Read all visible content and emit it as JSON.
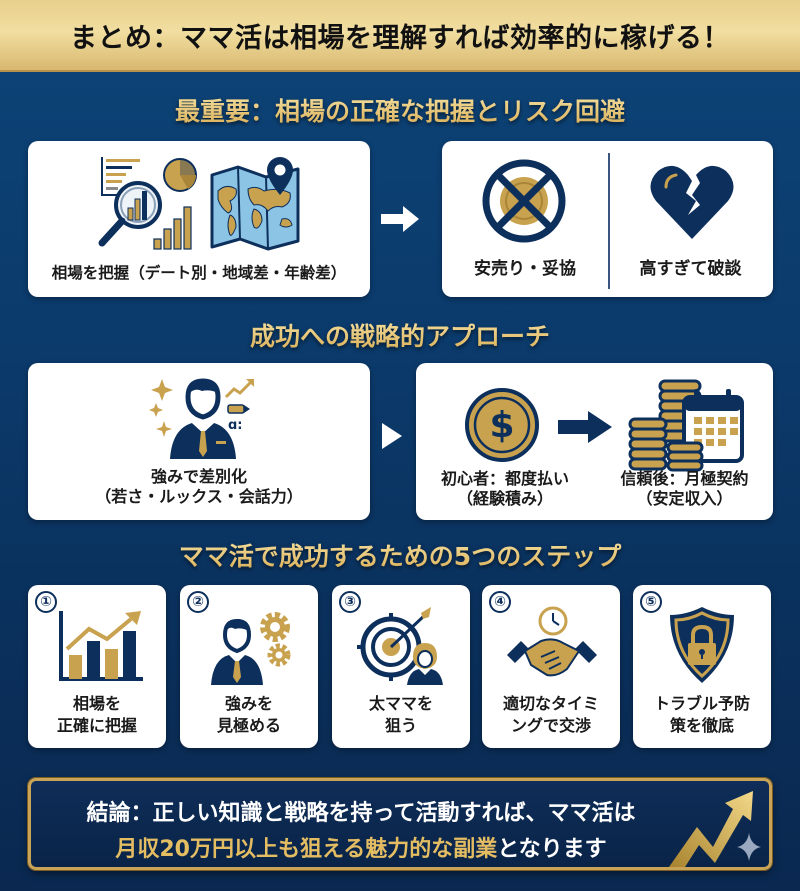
{
  "title": "まとめ：ママ活は相場を理解すれば効率的に稼げる！",
  "section1": {
    "heading": "最重要：相場の正確な把握とリスク回避",
    "left_card": {
      "label": "相場を把握（デート別・地域差・年齢差）",
      "icons": [
        "analytics-magnifier-icon",
        "world-map-pin-icon"
      ]
    },
    "arrow": "arrow-right-icon",
    "right_card": {
      "items": [
        {
          "label": "安売り・妥協",
          "icon": "crossed-coin-icon"
        },
        {
          "label": "高すぎて破談",
          "icon": "broken-heart-icon"
        }
      ]
    }
  },
  "section2": {
    "heading": "成功への戦略的アプローチ",
    "left_card": {
      "line1": "強みで差別化",
      "line2": "（若さ・ルックス・会話力）",
      "icon": "businessman-sparkle-icon"
    },
    "arrow": "triangle-right-icon",
    "right_card": {
      "items": [
        {
          "line1": "初心者：都度払い",
          "line2": "（経験積み）",
          "icon": "dollar-coin-icon"
        },
        {
          "line1": "信頼後：月極契約",
          "line2": "（安定収入）",
          "icon": "coins-calendar-icon"
        }
      ]
    }
  },
  "section3": {
    "heading": "ママ活で成功するための5つのステップ",
    "steps": [
      {
        "num": "①",
        "line1": "相場を",
        "line2": "正確に把握",
        "icon": "bar-chart-growth-icon"
      },
      {
        "num": "②",
        "line1": "強みを",
        "line2": "見極める",
        "icon": "person-gears-icon"
      },
      {
        "num": "③",
        "line1": "太ママを",
        "line2": "狙う",
        "icon": "target-woman-icon"
      },
      {
        "num": "④",
        "line1": "適切なタイミ",
        "line2": "ングで交渉",
        "icon": "handshake-clock-icon"
      },
      {
        "num": "⑤",
        "line1": "トラブル予防",
        "line2": "策を徹底",
        "icon": "shield-lock-icon"
      }
    ]
  },
  "conclusion": {
    "line1": "結論：正しい知識と戦略を持って活動すれば、ママ活は",
    "line2_highlight": "月収20万円以上も狙える魅力的な副業",
    "line2_rest": "となります"
  },
  "colors": {
    "navy": "#0b3a6b",
    "gold": "#c9a24f",
    "white": "#ffffff"
  }
}
